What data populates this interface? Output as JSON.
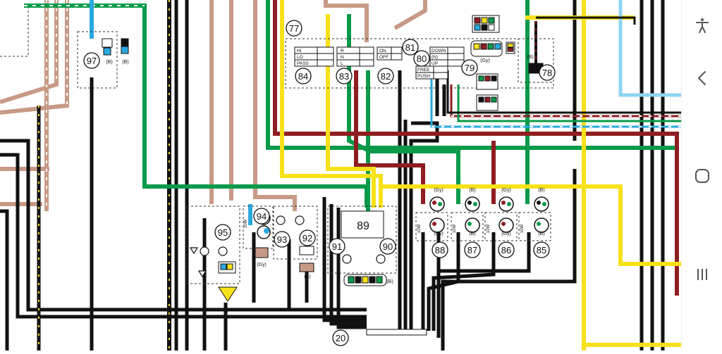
{
  "wire_colors": {
    "black": "#111111",
    "green": "#0a9a4a",
    "yellow": "#f7e11a",
    "tan": "#c79a86",
    "red": "#8e1e22",
    "blue": "#2aa9e0",
    "lightblue": "#8fd3f2",
    "white": "#ffffff"
  },
  "components": [
    {
      "id": "c97",
      "label": "97",
      "connector": "(B)",
      "connector2": "(B)"
    },
    {
      "id": "c77",
      "label": "77"
    },
    {
      "id": "c84",
      "label": "84"
    },
    {
      "id": "c83",
      "label": "83"
    },
    {
      "id": "c82",
      "label": "82"
    },
    {
      "id": "c81",
      "label": "81"
    },
    {
      "id": "c80",
      "label": "80"
    },
    {
      "id": "c79",
      "label": "79",
      "connector": "(Gy)"
    },
    {
      "id": "c78",
      "label": "78",
      "connector": "(B)"
    },
    {
      "id": "c95",
      "label": "95"
    },
    {
      "id": "c94",
      "label": "94",
      "connector": "(Gy)"
    },
    {
      "id": "c93",
      "label": "93"
    },
    {
      "id": "c92",
      "label": "92",
      "connector": "(B)"
    },
    {
      "id": "c89",
      "label": "89"
    },
    {
      "id": "c91",
      "label": "91"
    },
    {
      "id": "c90",
      "label": "90",
      "connector": "(B)"
    },
    {
      "id": "c88",
      "label": "88",
      "connector_top": "(Gy)",
      "connector_bot": "(Gy)"
    },
    {
      "id": "c87",
      "label": "87",
      "connector_top": "(B)",
      "connector_bot": "(B)"
    },
    {
      "id": "c86",
      "label": "86",
      "connector_top": "(Gy)",
      "connector_bot": "(Gy)"
    },
    {
      "id": "c85",
      "label": "85",
      "connector_top": "(B)",
      "connector_bot": "(B)"
    },
    {
      "id": "c20",
      "label": "20"
    }
  ],
  "switch_84": {
    "rows": [
      "HI",
      "LO",
      "PASS"
    ]
  },
  "switch_83": {
    "rows": [
      "R",
      "N",
      "L"
    ]
  },
  "switch_82": {
    "rows": [
      "ON",
      "OFF"
    ]
  },
  "switch_80": {
    "rows": [
      "DOWN",
      "(N)",
      "UP"
    ]
  },
  "switch_79": {
    "rows": [
      "FREE",
      "PUSH"
    ]
  },
  "bulb_watt": "10W",
  "nav": {
    "icons": [
      "accessibility-icon",
      "back-icon",
      "home-icon",
      "recents-icon"
    ]
  }
}
